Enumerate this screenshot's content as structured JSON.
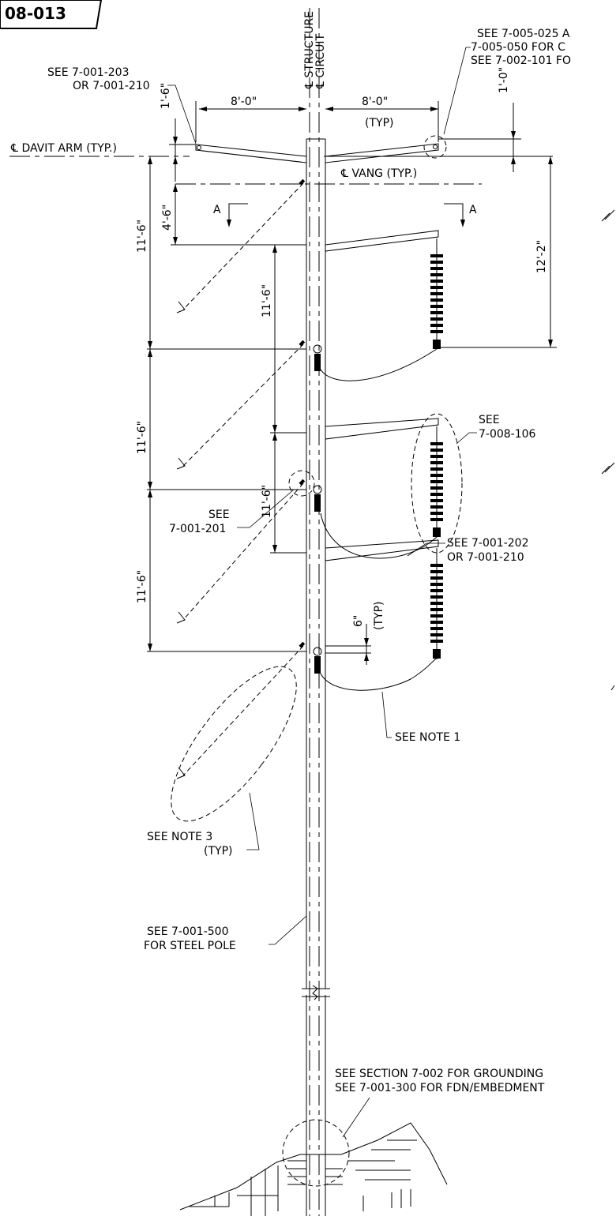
{
  "drawing_number": "08-013",
  "centerlines": {
    "structure": "STRUCTURE",
    "circuit": "CIRCUIT",
    "cl_symbol": "℄"
  },
  "dims": {
    "arm_left": "8'-0\"",
    "arm_right": "8'-0\"",
    "typ": "(TYP)",
    "d_1_6": "1'-6\"",
    "d_1_0": "1'-0\"",
    "d_12_2": "12'-2\"",
    "d_4_6": "4'-6\"",
    "d_11_6": "11'-6\"",
    "d_6in": "6\"",
    "d_6in_typ": "(TYP)"
  },
  "labels": {
    "davit_arm": "DAVIT ARM (TYP.)",
    "vang": "VANG (TYP.)",
    "section_a": "A",
    "see_203_l1": "SEE 7-001-203",
    "see_203_l2": "OR 7-001-210",
    "see_025_l1": "SEE 7-005-025 A",
    "see_025_l2": "7-005-050 FOR C",
    "see_025_l3": "SEE 7-002-101 FO",
    "see_106_l1": "SEE",
    "see_106_l2": "7-008-106",
    "see_201_l1": "SEE",
    "see_201_l2": "7-001-201",
    "see_202_l1": "SEE 7-001-202",
    "see_202_l2": "OR 7-001-210",
    "see_note1": "SEE NOTE 1",
    "see_note3_l1": "SEE NOTE 3",
    "see_note3_l2": "(TYP)",
    "see_500_l1": "SEE 7-001-500",
    "see_500_l2": "FOR STEEL POLE",
    "grounding": "SEE SECTION 7-002 FOR GROUNDING",
    "fdn": "SEE 7-001-300 FOR FDN/EMBEDMENT"
  }
}
